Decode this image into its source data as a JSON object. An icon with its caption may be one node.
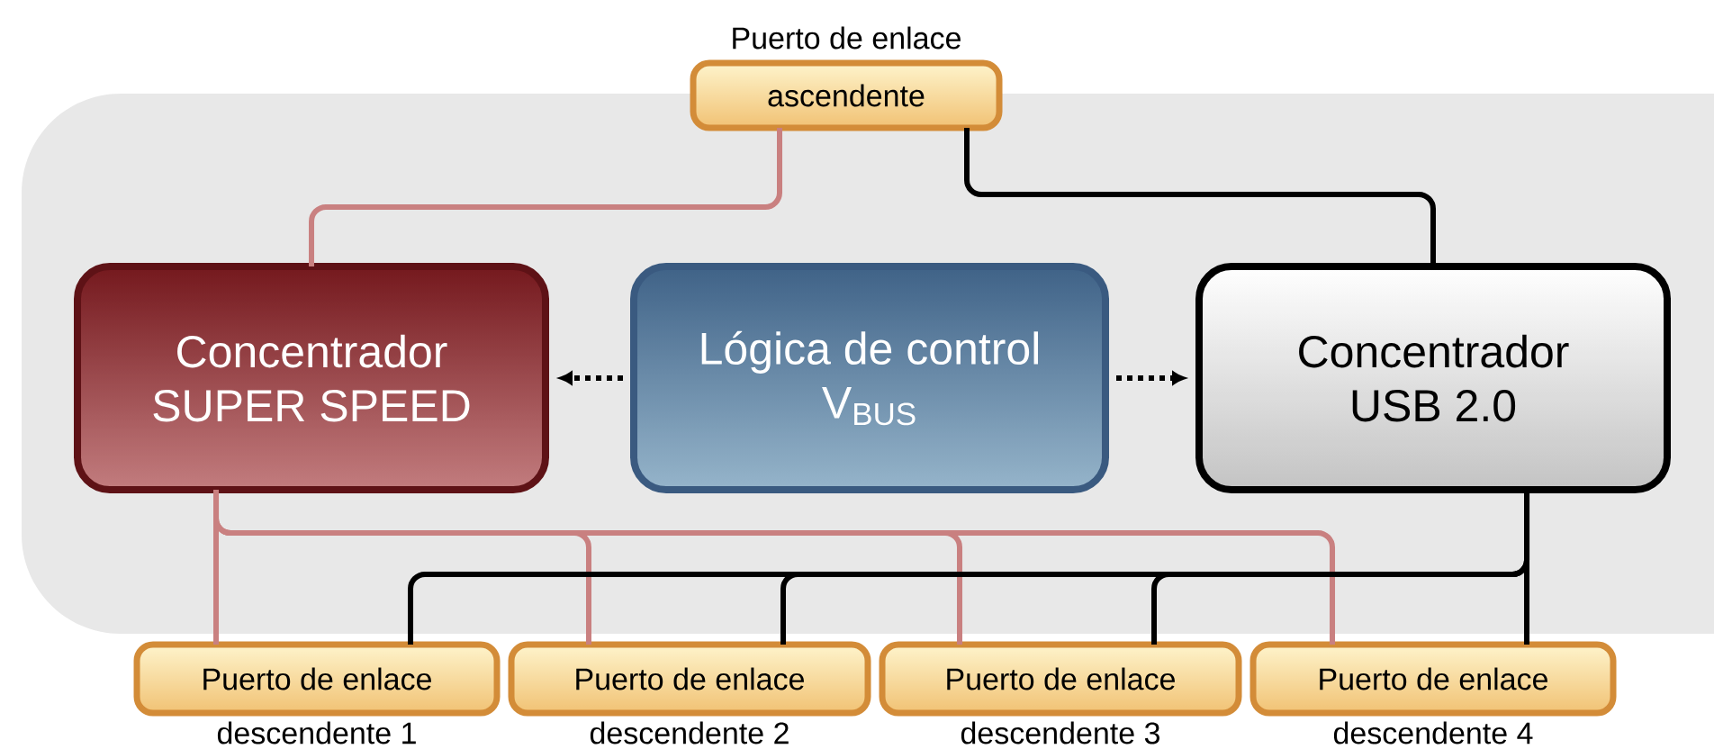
{
  "diagram": {
    "nodes": [
      {
        "text": [
          "Puerto de enlace",
          "ascendente"
        ]
      },
      {
        "text": [
          "Concentrador SUPER SPEED"
        ]
      },
      {
        "text": [
          "Lógica de control V$_{BUS}$"
        ]
      },
      {
        "text": [
          "Concentrador USB 2.0"
        ]
      },
      {
        "text": [
          "Puerto de enlace",
          "descendente 1"
        ]
      },
      {
        "text": [
          "Puerto de enlace",
          "descendente 2"
        ]
      },
      {
        "text": [
          "Puerto de enlace",
          "descendente 3"
        ]
      },
      {
        "text": [
          "Puerto de enlace",
          "descendente 4"
        ]
      }
    ],
    "edges": [
      {
        "from": 0,
        "to": 1,
        "arrow": "none",
        "color": "#c98080"
      },
      {
        "from": 0,
        "to": 3,
        "arrow": "none"
      },
      {
        "from": 2,
        "to": 1,
        "arrow": "to",
        "style": "dashed"
      },
      {
        "from": 2,
        "to": 3,
        "arrow": "to",
        "style": "dashed"
      },
      {
        "from": 1,
        "to": 4,
        "arrow": "none",
        "color": "#c98080"
      },
      {
        "from": 1,
        "to": 5,
        "arrow": "none",
        "color": "#c98080"
      },
      {
        "from": 1,
        "to": 6,
        "arrow": "none",
        "color": "#c98080"
      },
      {
        "from": 1,
        "to": 7,
        "arrow": "none",
        "color": "#c98080"
      },
      {
        "from": 3,
        "to": 4,
        "arrow": "none"
      },
      {
        "from": 3,
        "to": 5,
        "arrow": "none"
      },
      {
        "from": 3,
        "to": 6,
        "arrow": "none"
      },
      {
        "from": 3,
        "to": 7,
        "arrow": "none"
      }
    ]
  }
}
